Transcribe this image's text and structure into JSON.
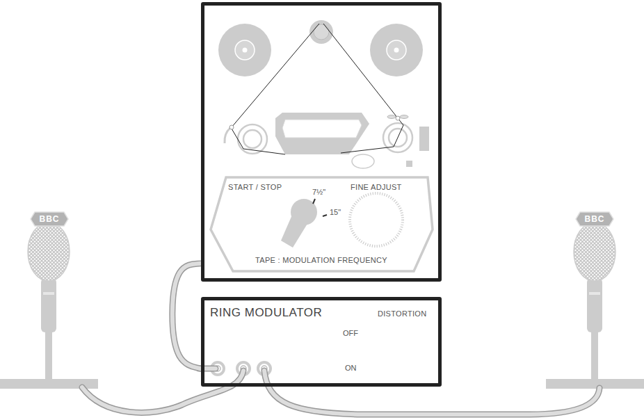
{
  "diagram": {
    "nodes": [
      {
        "text": [
          "START / STOP",
          "FINE ADJUST",
          "TAPE : MODULATION FREQUENCY"
        ]
      },
      {
        "text": [
          "RING MODULATOR",
          "DISTORTION"
        ]
      },
      {
        "text": [
          "BBC"
        ]
      },
      {
        "text": [
          "BBC"
        ]
      }
    ],
    "edges": [
      {
        "from": 0,
        "to": 1,
        "arrow": "none"
      }
    ],
    "labels": [
      "7½\"",
      "15\"",
      "OFF",
      "ON"
    ]
  }
}
